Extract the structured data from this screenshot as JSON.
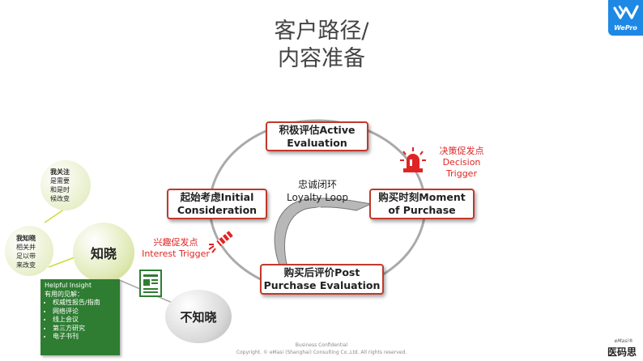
{
  "title": {
    "line1": "客户路径/",
    "line2": "内容准备"
  },
  "logo": {
    "text": "WePro",
    "accent": "#1e88e5"
  },
  "stages": {
    "active_evaluation": {
      "line1": "积极评估Active",
      "line2": "Evaluation"
    },
    "initial_consideration": {
      "line1": "起始考虑Initial",
      "line2": "Consideration"
    },
    "moment_of_purchase": {
      "line1": "购买时刻Moment",
      "line2": "of Purchase"
    },
    "post_purchase": {
      "line1": "购买后评价Post",
      "line2": "Purchase Evaluation"
    }
  },
  "loyalty_loop": {
    "line1": "忠诚闭环",
    "line2": "Loyalty Loop"
  },
  "decision_trigger": {
    "line1": "决策促发点",
    "line2": "Decision",
    "line3": "Trigger"
  },
  "interest_trigger": {
    "line1": "兴趣促发点",
    "line2": "Interest Trigger"
  },
  "bubbles": {
    "i_care": {
      "title": "我关注",
      "line1": "是需要",
      "line2": "和是时",
      "line3": "候改变"
    },
    "i_know": {
      "title": "我知晓",
      "line1": "相关并",
      "line2": "足以带",
      "line3": "来改变"
    },
    "aware": "知晓",
    "unaware": "不知晓"
  },
  "insight": {
    "title": "Helpful Insight",
    "subtitle": "有用的见解：",
    "items": [
      "权威性报告/指南",
      "网络评论",
      "线上会议",
      "第三方研究",
      "电子书刊"
    ]
  },
  "footer": {
    "line1": "Business Confidential",
    "line2": "Copyright. © eMasi (Shanghai) Consulting Co.,Ltd. All rights reserved."
  },
  "brand": {
    "small": "eMasi",
    "main": "医码思",
    "reg": "®"
  },
  "colors": {
    "stage_border": "#c0392b",
    "trigger_red": "#e02424",
    "insight_green": "#2e7d32"
  }
}
